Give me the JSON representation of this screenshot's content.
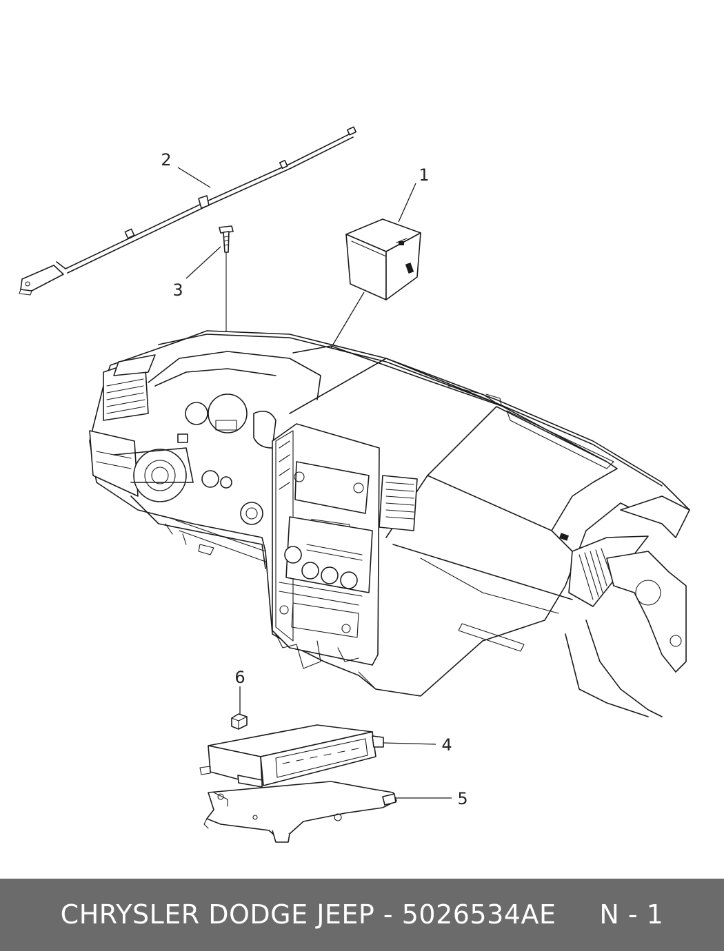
{
  "callouts": {
    "c1": "1",
    "c2": "2",
    "c3": "3",
    "c4": "4",
    "c5": "5",
    "c6": "6"
  },
  "footer": {
    "text": "CHRYSLER DODGE JEEP - 5026534AE     N - 1"
  }
}
